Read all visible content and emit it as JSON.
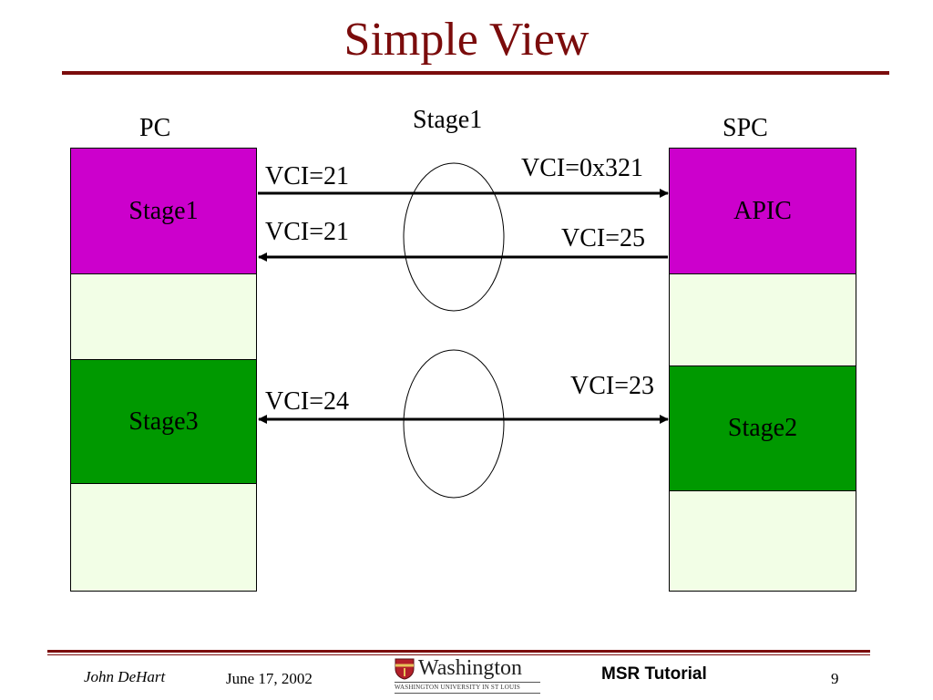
{
  "slide": {
    "title": "Simple View"
  },
  "diagram": {
    "left_column_label": "PC",
    "right_column_label": "SPC",
    "middle_label": "Stage1",
    "left_segments": [
      "Stage1",
      "",
      "Stage3",
      ""
    ],
    "right_segments": [
      "APIC",
      "",
      "Stage2",
      ""
    ],
    "links": {
      "top_forward_left": "VCI=21",
      "top_forward_right": "VCI=0x321",
      "top_back_left": "VCI=21",
      "top_back_right": "VCI=25",
      "bottom_left": "VCI=24",
      "bottom_right": "VCI=23"
    },
    "colors": {
      "magenta": "#cc00cc",
      "green": "#009900",
      "pale": "#f2fee6",
      "title": "#7b0c0c"
    }
  },
  "footer": {
    "author": "John DeHart",
    "date": "June 17,  2002",
    "logo_word": "Washington",
    "logo_sub": "WASHINGTON UNIVERSITY IN ST LOUIS",
    "course": "MSR Tutorial",
    "page_number": "9"
  }
}
